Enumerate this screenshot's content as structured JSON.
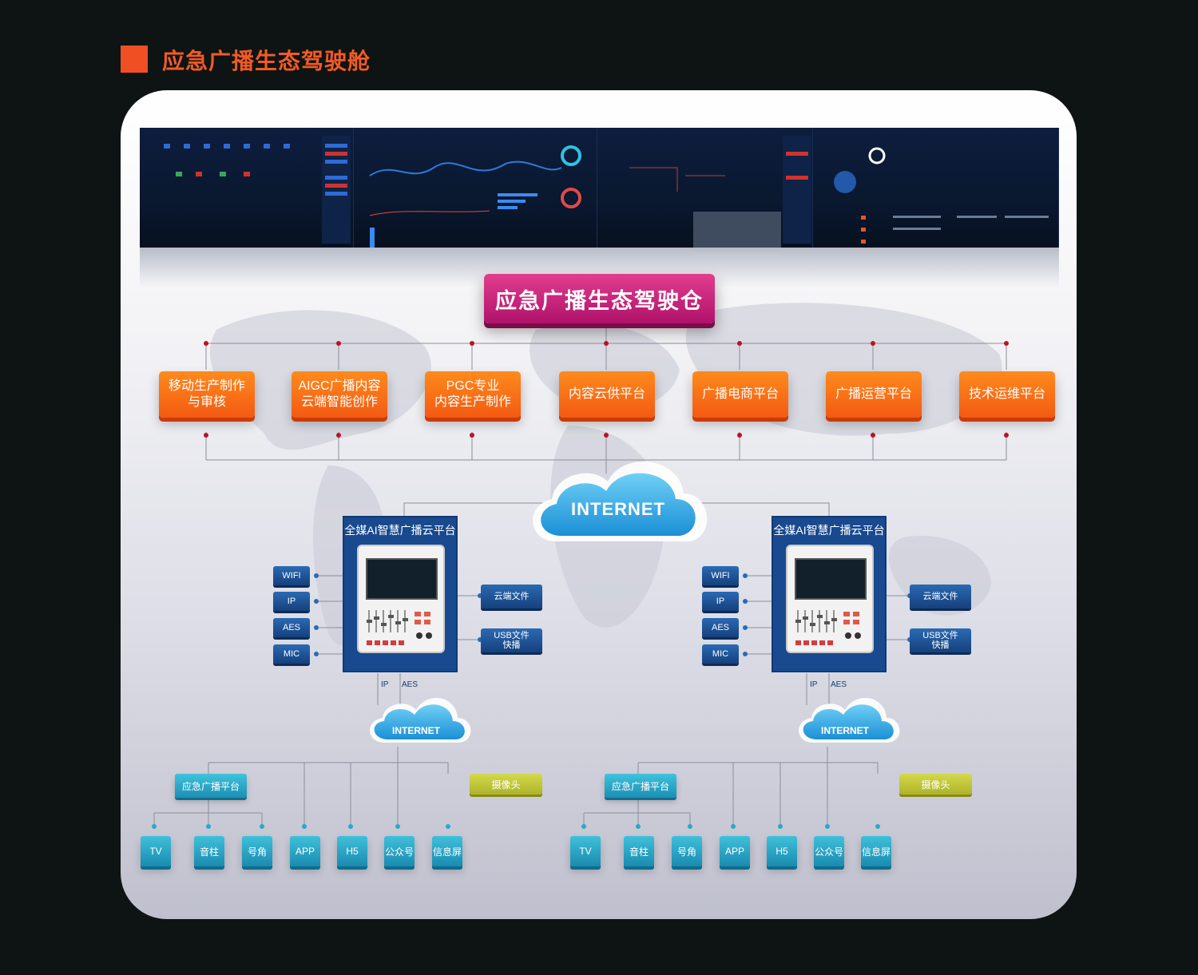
{
  "page": {
    "title": "应急广播生态驾驶舱"
  },
  "center": {
    "title": "应急广播生态驾驶仓"
  },
  "platforms": [
    "移动生产制作\n与审核",
    "AIGC广播内容\n云端智能创作",
    "PGC专业\n内容生产制作",
    "内容云供平台",
    "广播电商平台",
    "广播运营平台",
    "技术运维平台"
  ],
  "internet": {
    "label": "INTERNET"
  },
  "hubs": [
    {
      "title": "全媒AI智慧广播云平台",
      "inputs": [
        "WIFI",
        "IP",
        "AES",
        "MIC"
      ],
      "outputs": [
        "云端文件",
        "USB文件\n快播"
      ],
      "link_labels": [
        "IP",
        "AES"
      ],
      "cloud": "INTERNET",
      "platform_label": "应急广播平台",
      "camera_label": "摄像头",
      "endpoints": [
        "TV",
        "音柱",
        "号角",
        "APP",
        "H5",
        "公众号",
        "信息屏"
      ]
    },
    {
      "title": "全媒AI智慧广播云平台",
      "inputs": [
        "WIFI",
        "IP",
        "AES",
        "MIC"
      ],
      "outputs": [
        "云端文件",
        "USB文件\n快播"
      ],
      "link_labels": [
        "IP",
        "AES"
      ],
      "cloud": "INTERNET",
      "platform_label": "应急广播平台",
      "camera_label": "摄像头",
      "endpoints": [
        "TV",
        "音柱",
        "号角",
        "APP",
        "H5",
        "公众号",
        "信息屏"
      ]
    }
  ],
  "colors": {
    "accent": "#f15a24",
    "magenta": "#c2187a",
    "orange": "#f56a14",
    "blue": "#19498f",
    "teal": "#2aa8c9",
    "yellow": "#c4c93a"
  }
}
